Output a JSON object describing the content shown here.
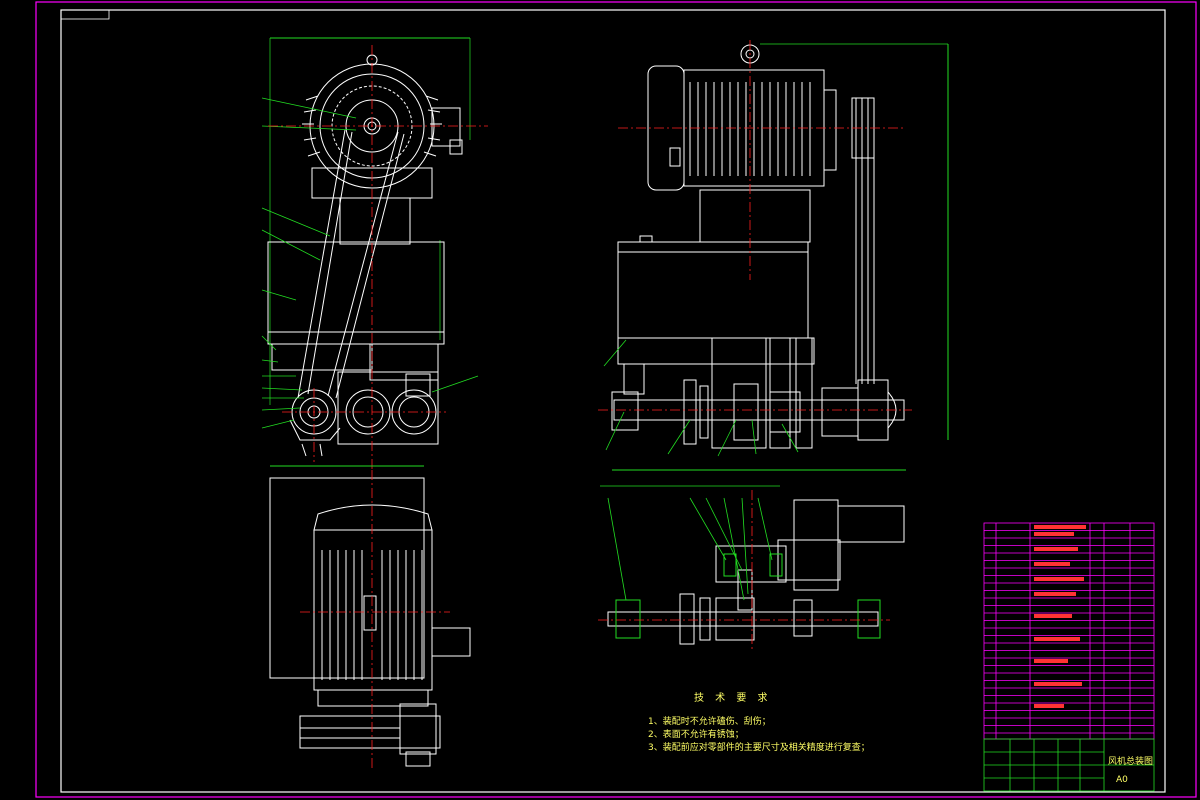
{
  "technical_requirements": {
    "title": "技 术 要 求",
    "items": [
      "1、装配时不允许磕伤、刮伤；",
      "2、表面不允许有锈蚀；",
      "3、装配前应对零部件的主要尺寸及相关精度进行复查；"
    ]
  },
  "title_block": {
    "drawing_name": "风机总装图",
    "sheet_size": "A0"
  },
  "colors": {
    "frame": "#ff00ff",
    "line": "#ffffff",
    "center": "#ff2020",
    "green": "#22dd22",
    "text": "#ffff66"
  }
}
